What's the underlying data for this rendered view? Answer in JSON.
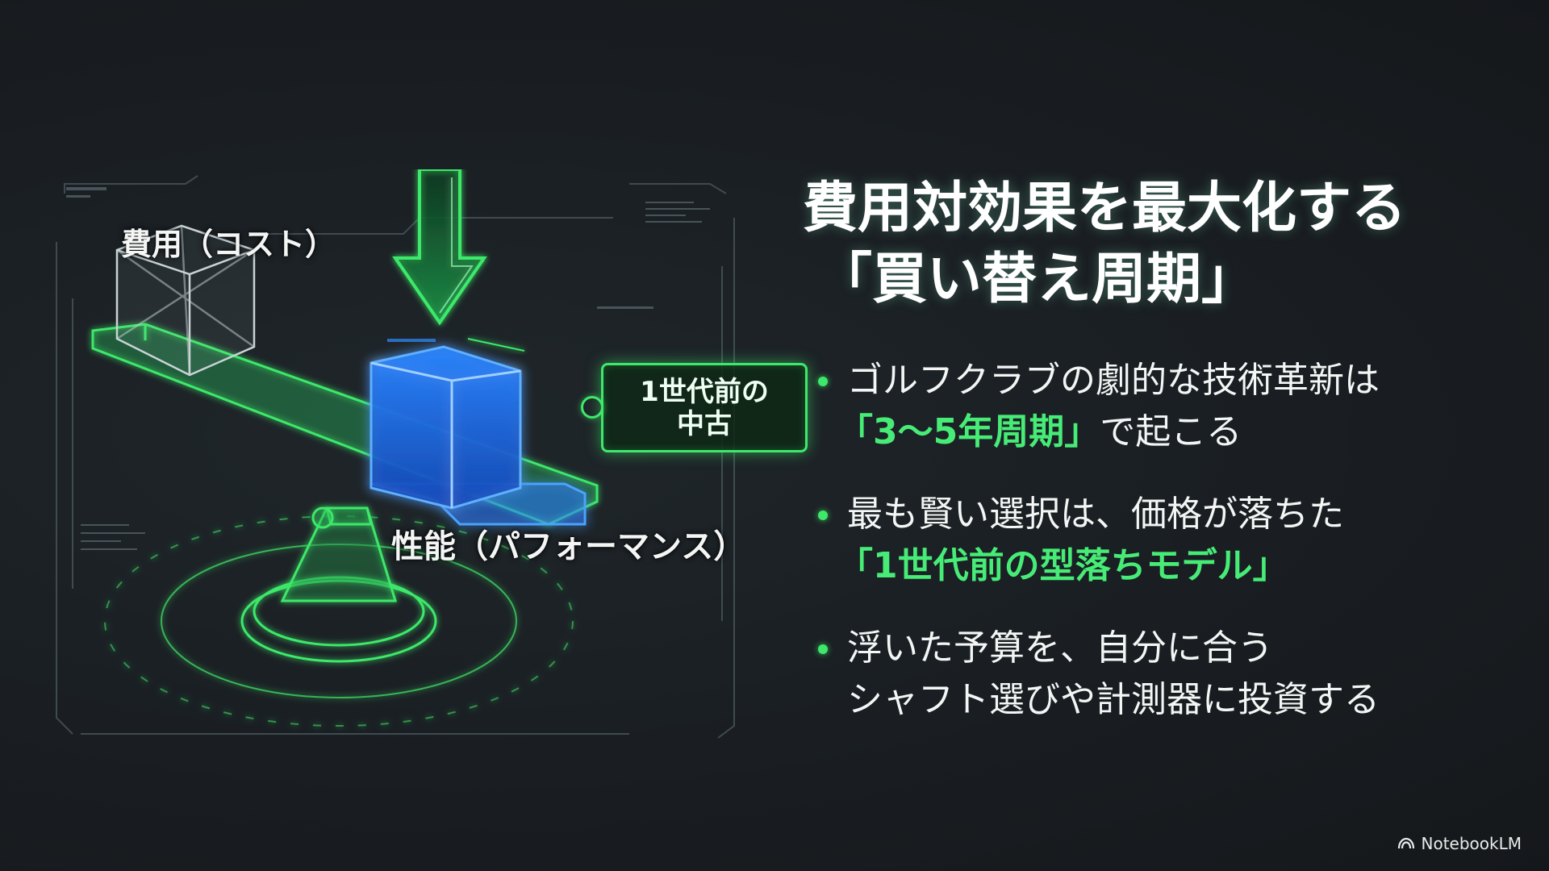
{
  "slide": {
    "title_line1": "費用対効果を最大化する",
    "title_line2": "「買い替え周期」",
    "illustration": {
      "label_cost": "費用（コスト）",
      "label_performance": "性能（パフォーマンス）",
      "tag_text": "1世代前の\n中古"
    },
    "bullets": [
      {
        "line1": "ゴルフクラブの劇的な技術革新は",
        "highlight": "「3〜5年周期」",
        "line2_rest": "で起こる"
      },
      {
        "line1": "最も賢い選択は、価格が落ちた",
        "highlight": "「1世代前の型落ちモデル」",
        "line2_rest": ""
      },
      {
        "line1": "浮いた予算を、自分に合う",
        "line2": "シャフト選びや計測器に投資する"
      }
    ],
    "colors": {
      "accent_green": "#3ee86a",
      "accent_blue": "#2f8cff",
      "background": "#1b1f23"
    }
  },
  "brand": {
    "name": "NotebookLM",
    "icon": "notebooklm-logo-icon"
  }
}
